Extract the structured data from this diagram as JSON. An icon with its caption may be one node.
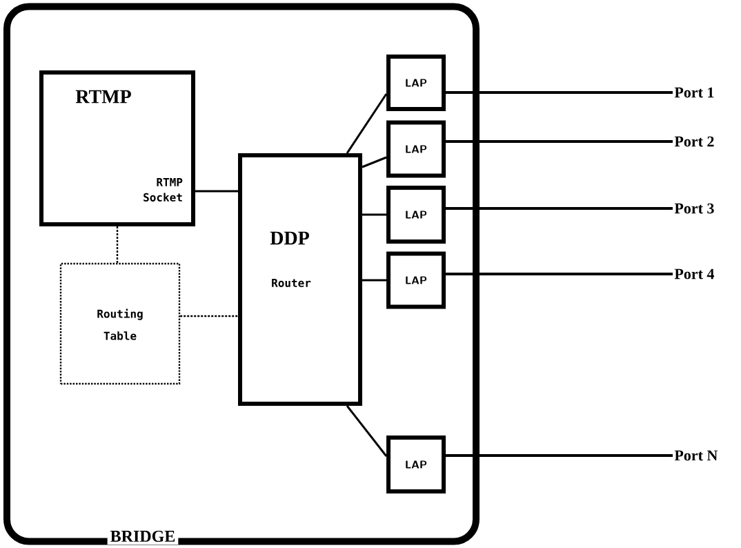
{
  "diagram": {
    "nodes": [
      {
        "text": [
          "BRIDGE"
        ]
      },
      {
        "text": [
          "RTMP",
          "RTMP Socket"
        ],
        "in": 0
      },
      {
        "text": [
          "Routing Table"
        ],
        "in": 0
      },
      {
        "text": [
          "DDP",
          "Router"
        ],
        "in": 0
      },
      {
        "text": [
          "LAP"
        ],
        "in": 0
      },
      {
        "text": [
          "LAP"
        ],
        "in": 0
      },
      {
        "text": [
          "LAP"
        ],
        "in": 0
      },
      {
        "text": [
          "LAP"
        ],
        "in": 0
      },
      {
        "text": [
          "LAP"
        ],
        "in": 0
      },
      {
        "text": [
          "Port 1"
        ]
      },
      {
        "text": [
          "Port 2"
        ]
      },
      {
        "text": [
          "Port 3"
        ]
      },
      {
        "text": [
          "Port 4"
        ]
      },
      {
        "text": [
          "Port N"
        ]
      }
    ],
    "edges": [
      {
        "from": 1,
        "to": 3,
        "arrow": "none"
      },
      {
        "from": 1,
        "to": 2,
        "arrow": "none",
        "style": "dashed"
      },
      {
        "from": 2,
        "to": 3,
        "arrow": "none",
        "style": "dashed"
      },
      {
        "from": 3,
        "to": 4,
        "arrow": "none"
      },
      {
        "from": 3,
        "to": 5,
        "arrow": "none"
      },
      {
        "from": 3,
        "to": 6,
        "arrow": "none"
      },
      {
        "from": 3,
        "to": 7,
        "arrow": "none"
      },
      {
        "from": 3,
        "to": 8,
        "arrow": "none"
      },
      {
        "from": 4,
        "to": 9,
        "arrow": "none"
      },
      {
        "from": 5,
        "to": 10,
        "arrow": "none"
      },
      {
        "from": 6,
        "to": 11,
        "arrow": "none"
      },
      {
        "from": 7,
        "to": 12,
        "arrow": "none"
      },
      {
        "from": 8,
        "to": 13,
        "arrow": "none"
      }
    ]
  }
}
